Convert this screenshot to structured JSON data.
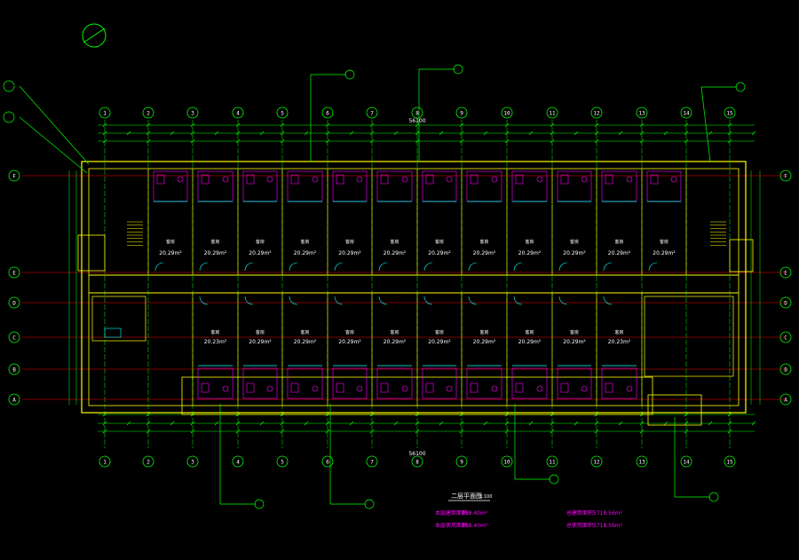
{
  "drawing": {
    "title": "二层平面图",
    "scale": "1:100",
    "overall_dim": "56100",
    "room_label": "客房",
    "room_area": "20.29m²",
    "end_room_area": "20.23m²",
    "area_notes": [
      {
        "label": "本层建筑面积:",
        "value": "998.40m²",
        "color": "#ff00ff"
      },
      {
        "label": "本层使用面积:",
        "value": "998.40m²",
        "color": "#ff00ff"
      },
      {
        "label": "总建筑面积:",
        "value": "5718.56m²",
        "color": "#ff00ff"
      },
      {
        "label": "总使用面积:",
        "value": "5718.56m²",
        "color": "#ff00ff"
      }
    ],
    "top_axes": [
      "1",
      "2",
      "3",
      "4",
      "5",
      "6",
      "7",
      "8",
      "9",
      "10",
      "11",
      "12",
      "13",
      "14",
      "15"
    ],
    "side_axes": [
      "F",
      "E",
      "D",
      "C",
      "B",
      "A"
    ],
    "colors": {
      "axis": "#00ff00",
      "wall": "#ffff00",
      "grid": "#ff0000",
      "door": "#00ffff",
      "fixture": "#ff00ff",
      "text": "#ffffff",
      "stair": "#ffff00"
    }
  }
}
